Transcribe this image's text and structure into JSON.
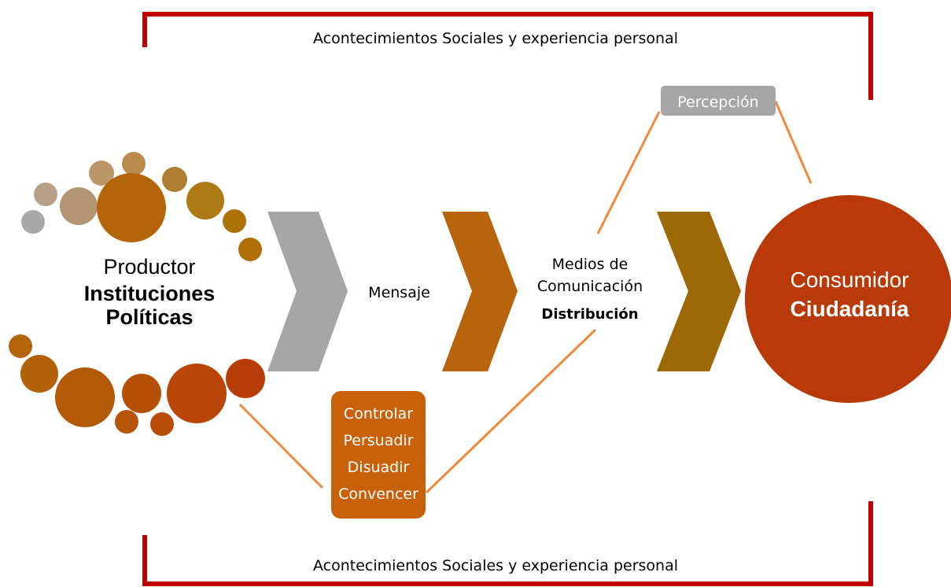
{
  "context": {
    "top": "Acontecimientos Sociales y experiencia personal",
    "bottom": "Acontecimientos Sociales y experiencia personal"
  },
  "producer": {
    "role": "Productor",
    "entity": "Instituciones Políticas"
  },
  "message": "Mensaje",
  "media": {
    "label": "Medios de Comunicación",
    "function": "Distribución"
  },
  "consumer": {
    "role": "Consumidor",
    "entity": "Ciudadanía"
  },
  "perception": "Percepción",
  "actions": [
    "Controlar",
    "Persuadir",
    "Disuadir",
    "Convencer"
  ],
  "colors": {
    "frame": "#c00000",
    "connector": "#ee8a3c",
    "chevron_gray": "#a6a6a6",
    "chevron_orange": "#b8640c",
    "chevron_brown": "#9c6906",
    "consumer_circle": "#b73a08",
    "perception_box": "#a6a6a6",
    "actions_box": "#c9600a"
  }
}
